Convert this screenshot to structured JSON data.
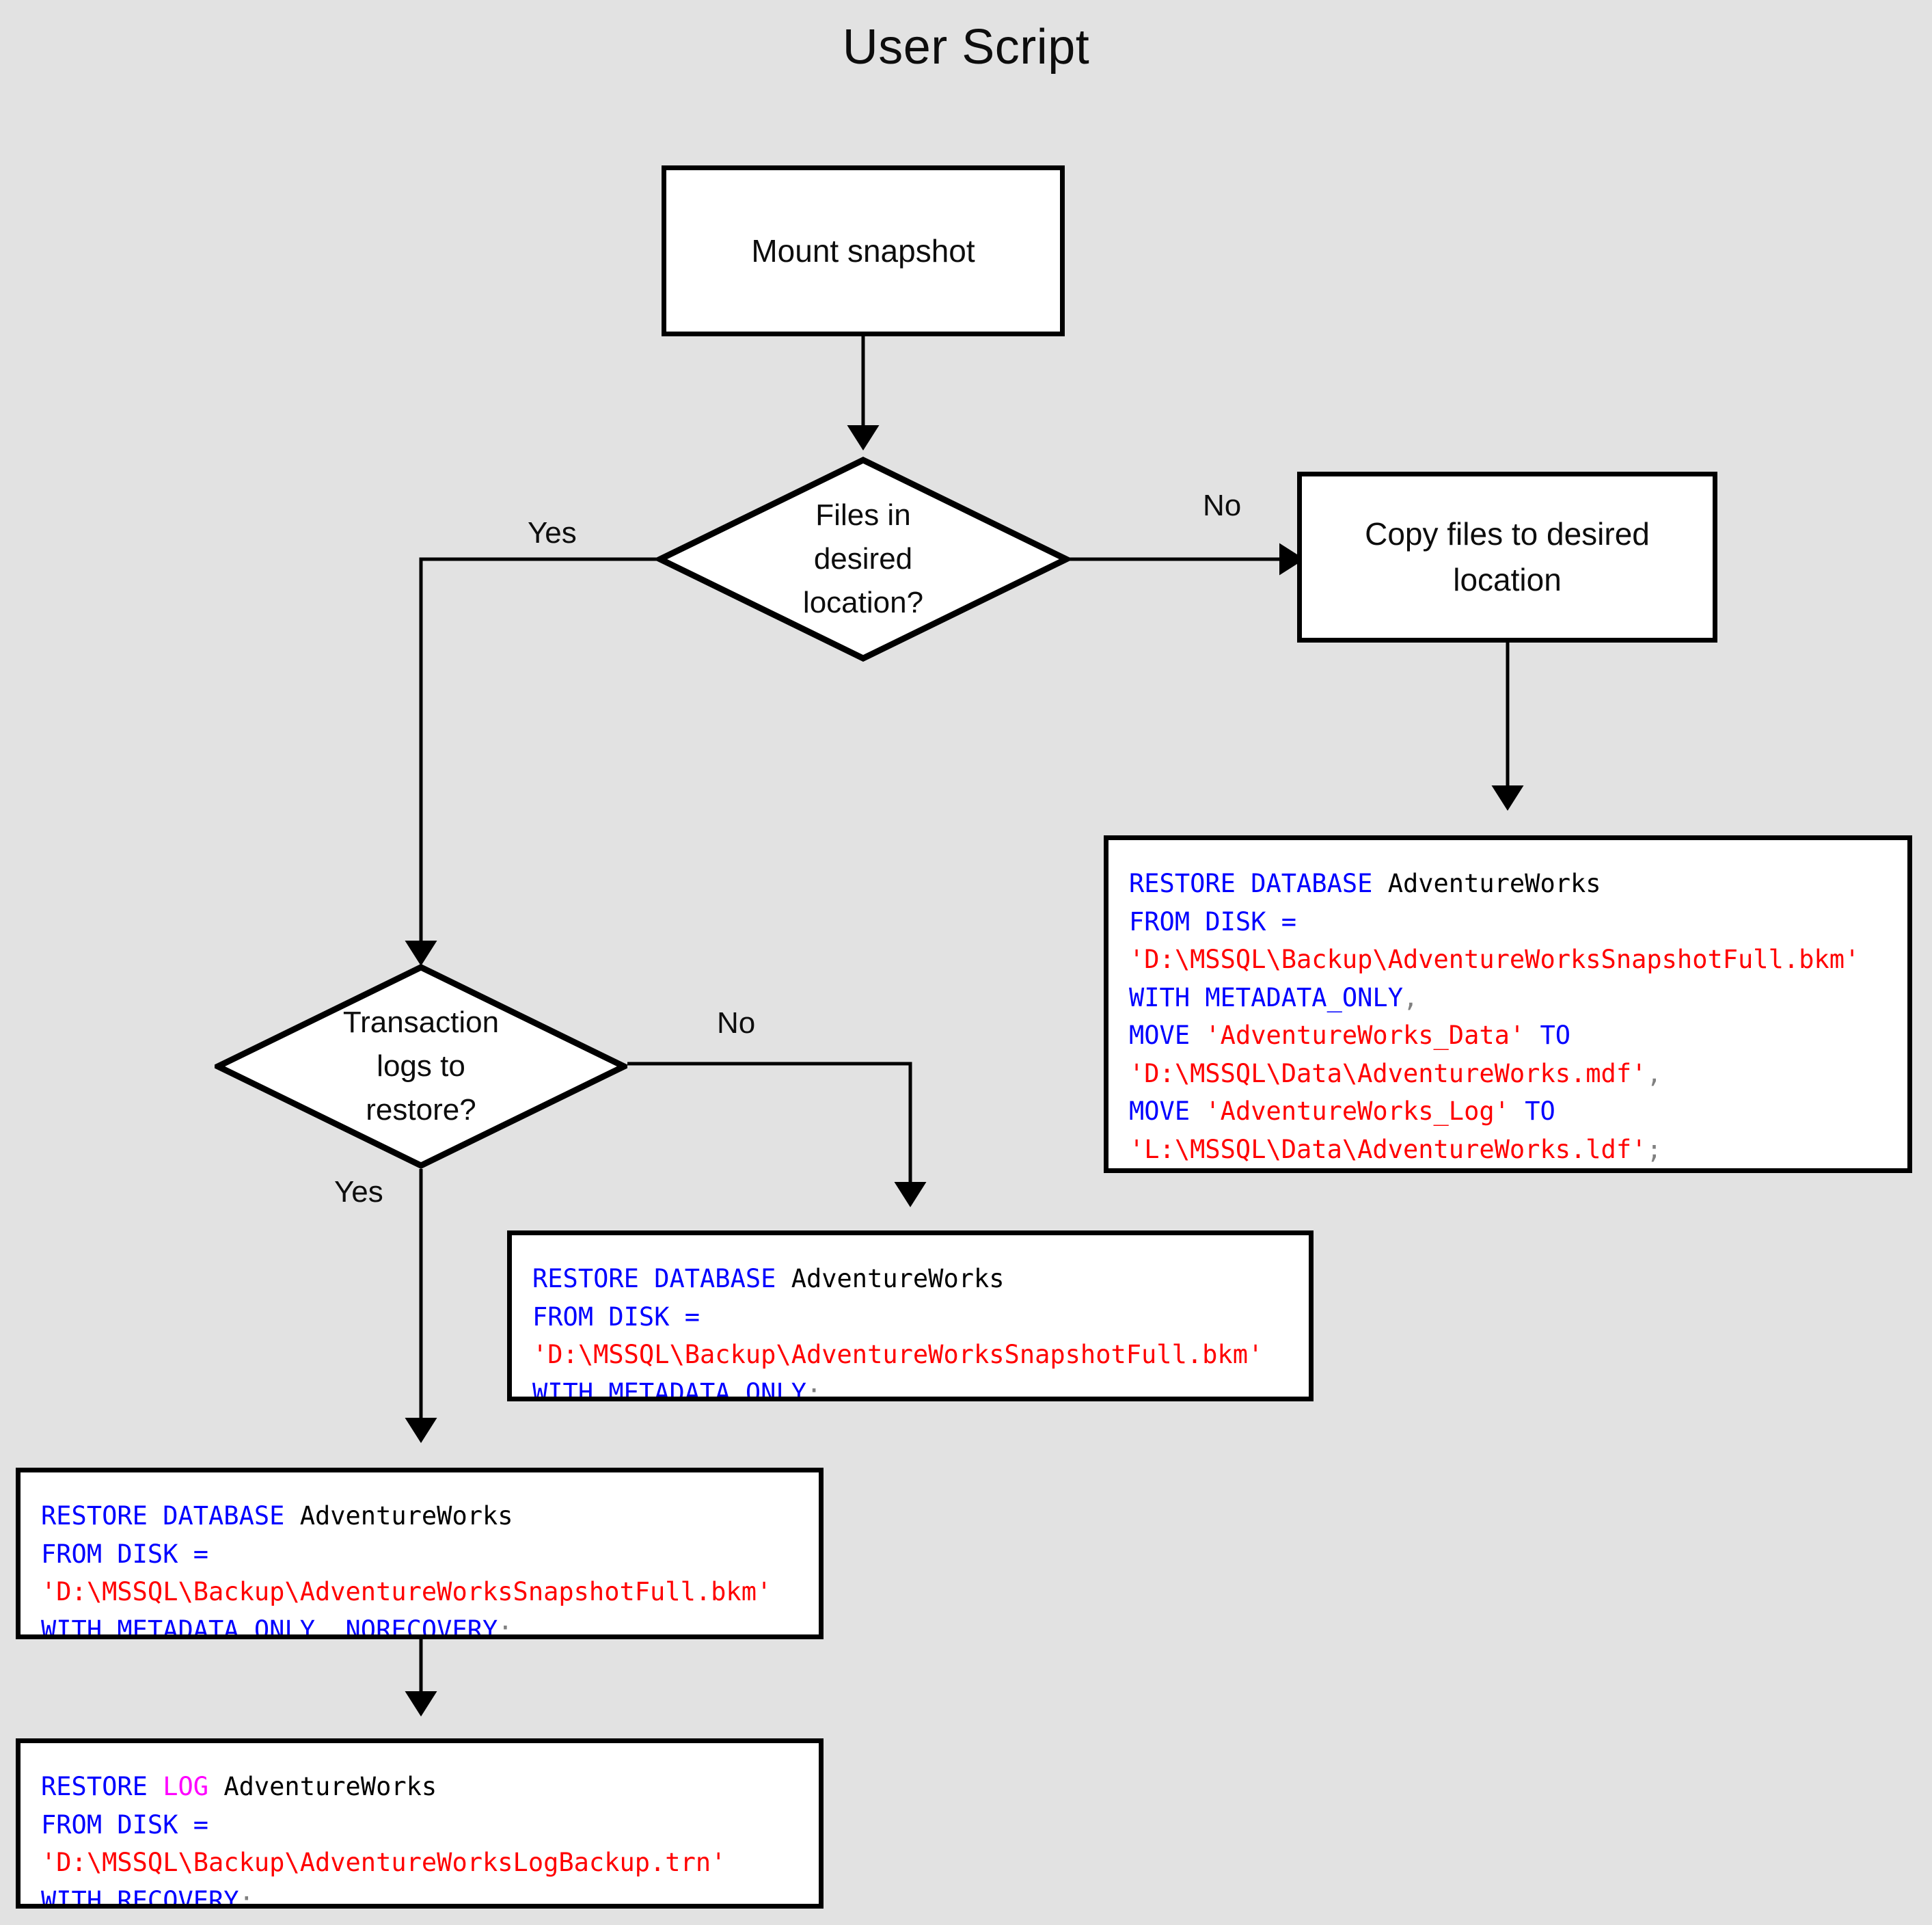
{
  "diagram": {
    "title": "User Script",
    "type": "flowchart",
    "background_color": "#e2e2e2",
    "node_fill": "#ffffff",
    "node_stroke": "#000000",
    "colors": {
      "keyword": "#0000ff",
      "keyword_alt": "#ff00ff",
      "string": "#ff0000",
      "punctuation": "#808080",
      "identifier": "#000000"
    }
  },
  "nodes": {
    "mount_snapshot": {
      "label": "Mount snapshot"
    },
    "files_in_desired_location": {
      "label": "Files in\ndesired\nlocation?"
    },
    "copy_files": {
      "label": "Copy files to desired\nlocation"
    },
    "transaction_logs": {
      "label": "Transaction\nlogs to\nrestore?"
    }
  },
  "edges": {
    "files_yes": {
      "label": "Yes"
    },
    "files_no": {
      "label": "No"
    },
    "logs_no": {
      "label": "No"
    },
    "logs_yes": {
      "label": "Yes"
    }
  },
  "code_blocks": {
    "restore_with_move": {
      "lines": [
        [
          {
            "t": "RESTORE DATABASE ",
            "c": "kw"
          },
          {
            "t": "AdventureWorks",
            "c": "id"
          }
        ],
        [
          {
            "t": "FROM DISK =",
            "c": "kw"
          }
        ],
        [
          {
            "t": "'D:\\MSSQL\\Backup\\AdventureWorksSnapshotFull.bkm'",
            "c": "str"
          }
        ],
        [
          {
            "t": "WITH METADATA_ONLY",
            "c": "kw"
          },
          {
            "t": ",",
            "c": "pun"
          }
        ],
        [
          {
            "t": "MOVE ",
            "c": "kw"
          },
          {
            "t": "'AdventureWorks_Data'",
            "c": "str"
          },
          {
            "t": " TO",
            "c": "kw"
          }
        ],
        [
          {
            "t": "'D:\\MSSQL\\Data\\AdventureWorks.mdf'",
            "c": "str"
          },
          {
            "t": ",",
            "c": "pun"
          }
        ],
        [
          {
            "t": "MOVE ",
            "c": "kw"
          },
          {
            "t": "'AdventureWorks_Log'",
            "c": "str"
          },
          {
            "t": " TO",
            "c": "kw"
          }
        ],
        [
          {
            "t": "'L:\\MSSQL\\Data\\AdventureWorks.ldf'",
            "c": "str"
          },
          {
            "t": ";",
            "c": "pun"
          }
        ]
      ]
    },
    "restore_metadata_only": {
      "lines": [
        [
          {
            "t": "RESTORE DATABASE ",
            "c": "kw"
          },
          {
            "t": "AdventureWorks",
            "c": "id"
          }
        ],
        [
          {
            "t": "FROM DISK =",
            "c": "kw"
          }
        ],
        [
          {
            "t": "'D:\\MSSQL\\Backup\\AdventureWorksSnapshotFull.bkm'",
            "c": "str"
          }
        ],
        [
          {
            "t": "WITH METADATA_ONLY",
            "c": "kw"
          },
          {
            "t": ";",
            "c": "pun"
          }
        ]
      ]
    },
    "restore_norecovery": {
      "lines": [
        [
          {
            "t": "RESTORE DATABASE ",
            "c": "kw"
          },
          {
            "t": "AdventureWorks",
            "c": "id"
          }
        ],
        [
          {
            "t": "FROM DISK =",
            "c": "kw"
          }
        ],
        [
          {
            "t": "'D:\\MSSQL\\Backup\\AdventureWorksSnapshotFull.bkm'",
            "c": "str"
          }
        ],
        [
          {
            "t": "WITH METADATA_ONLY",
            "c": "kw"
          },
          {
            "t": ",",
            "c": "pun"
          },
          {
            "t": " NORECOVERY",
            "c": "kw"
          },
          {
            "t": ";",
            "c": "pun"
          }
        ]
      ]
    },
    "restore_log": {
      "lines": [
        [
          {
            "t": "RESTORE ",
            "c": "kw"
          },
          {
            "t": "LOG",
            "c": "kw2"
          },
          {
            "t": " ",
            "c": "id"
          },
          {
            "t": "AdventureWorks",
            "c": "id"
          }
        ],
        [
          {
            "t": "FROM DISK =",
            "c": "kw"
          }
        ],
        [
          {
            "t": "'D:\\MSSQL\\Backup\\AdventureWorksLogBackup.trn'",
            "c": "str"
          }
        ],
        [
          {
            "t": "WITH RECOVERY",
            "c": "kw"
          },
          {
            "t": ";",
            "c": "pun"
          }
        ]
      ]
    }
  }
}
